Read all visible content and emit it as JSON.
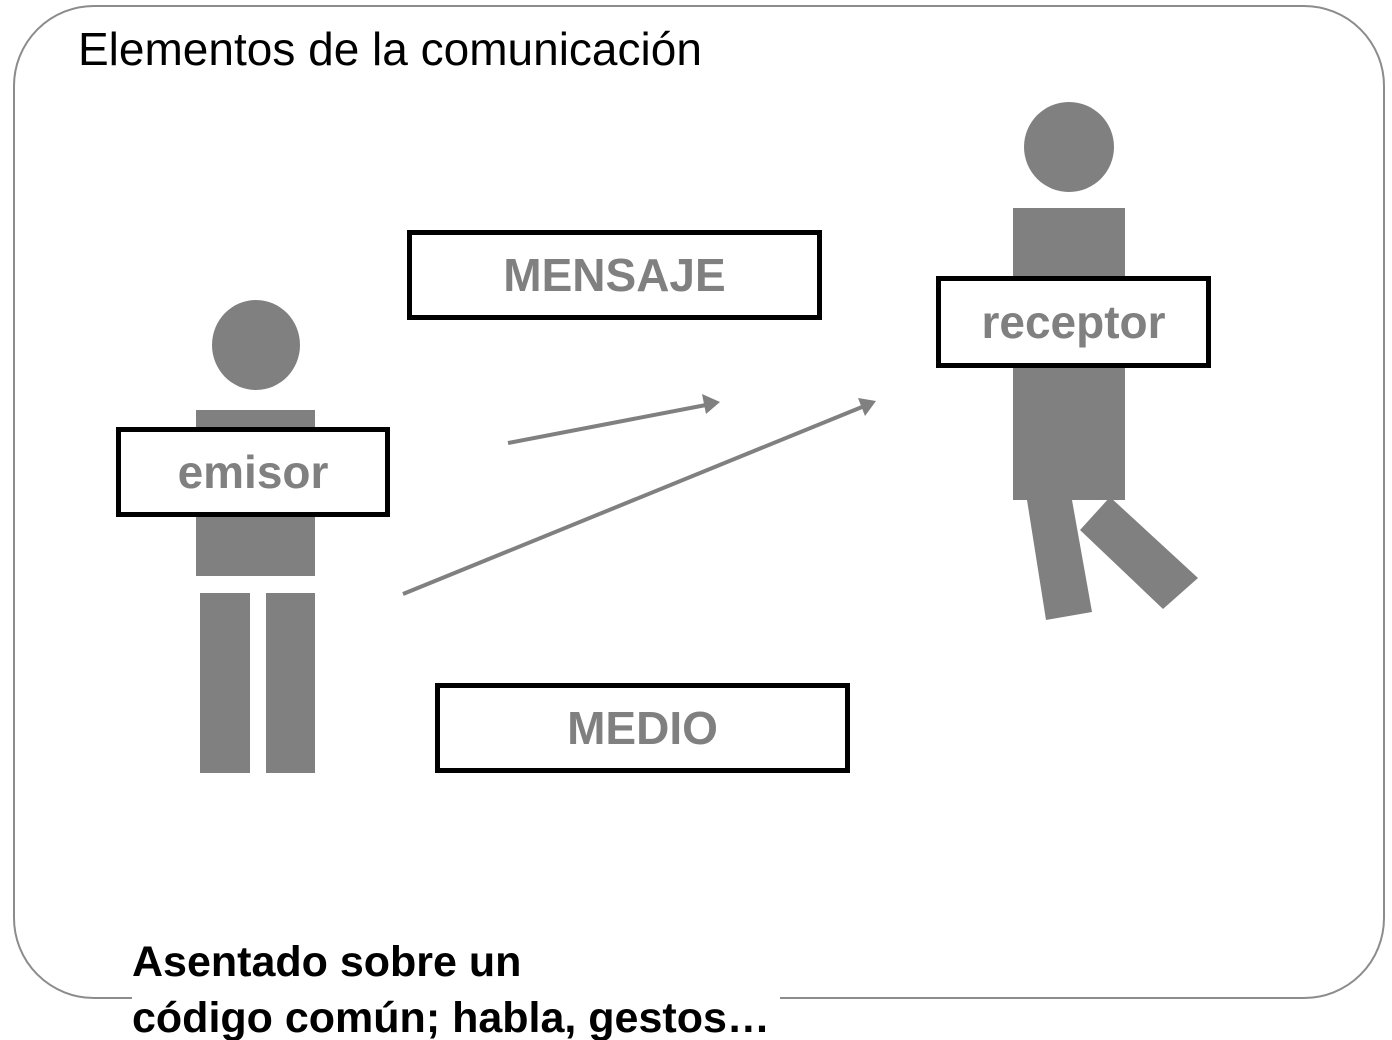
{
  "title": "Elementos de la comunicación",
  "labels": {
    "mensaje": "MENSAJE",
    "receptor": "receptor",
    "emisor": "emisor",
    "medio": "MEDIO"
  },
  "footer": {
    "line1": "Asentado sobre un",
    "line2": "código común; habla, gestos…"
  },
  "colors": {
    "figure": "#808080",
    "label_text": "#808080",
    "box_border": "#000000",
    "frame_border": "#8c8c8c"
  },
  "icons": [
    "person-emisor-icon",
    "person-receptor-icon",
    "arrow-icon"
  ]
}
